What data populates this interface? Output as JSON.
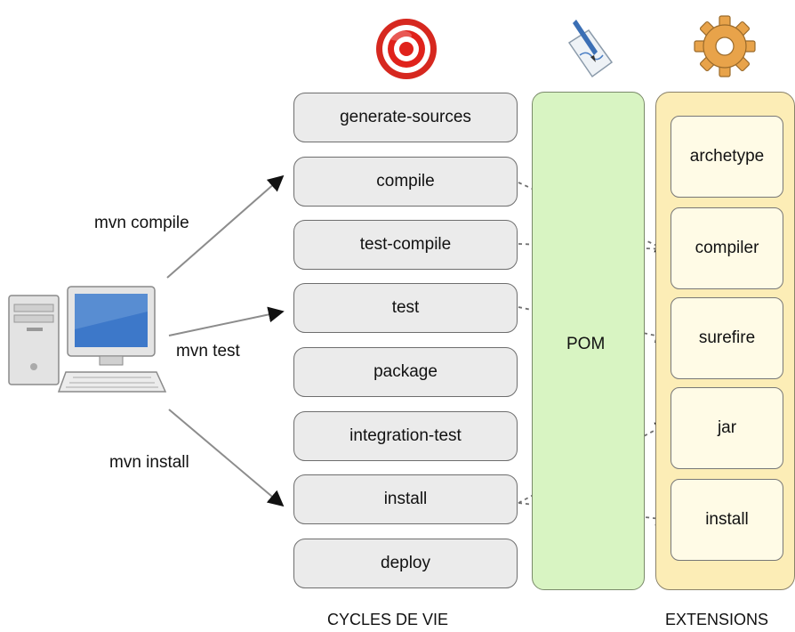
{
  "lifecycle": {
    "phases": [
      "generate-sources",
      "compile",
      "test-compile",
      "test",
      "package",
      "integration-test",
      "install",
      "deploy"
    ],
    "caption": "CYCLES DE VIE",
    "icon": "target-icon"
  },
  "pom": {
    "label": "POM",
    "icon": "document-pen-icon"
  },
  "extensions": {
    "plugins": [
      "archetype",
      "compiler",
      "surefire",
      "jar",
      "install"
    ],
    "caption": "EXTENSIONS",
    "icon": "gear-icon"
  },
  "commands": {
    "compile": "mvn compile",
    "test": "mvn test",
    "install": "mvn install"
  },
  "computer": {
    "icon": "computer-icon"
  },
  "colors": {
    "pom_bg": "#d8f4c2",
    "extensions_bg": "#fcedb6",
    "phase_bg": "#ebebeb",
    "target_red": "#e0221b"
  }
}
